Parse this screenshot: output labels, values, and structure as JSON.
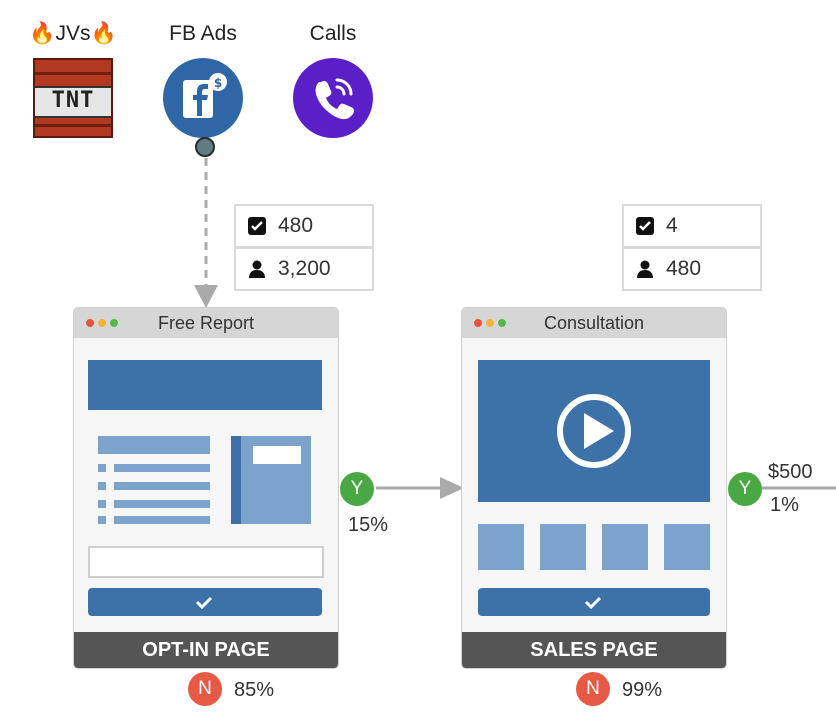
{
  "sources": [
    {
      "label": "🔥JVs🔥",
      "icon": "tnt-icon"
    },
    {
      "label": "FB Ads",
      "icon": "facebook-ads-icon"
    },
    {
      "label": "Calls",
      "icon": "phone-call-icon"
    }
  ],
  "tnt_text": "TNT",
  "colors": {
    "facebook": "#2f67a6",
    "calls": "#5b1fc7",
    "yes": "#49a843",
    "no": "#e65a45",
    "page_blue": "#3d72a8"
  },
  "optin": {
    "title": "Free Report",
    "footer": "OPT-IN PAGE",
    "stats": {
      "conversions": "480",
      "visitors": "3,200"
    },
    "yes": {
      "label": "Y",
      "pct": "15%"
    },
    "no": {
      "label": "N",
      "pct": "85%"
    }
  },
  "sales": {
    "title": "Consultation",
    "footer": "SALES PAGE",
    "stats": {
      "conversions": "4",
      "visitors": "480"
    },
    "yes": {
      "label": "Y",
      "value": "$500",
      "pct": "1%"
    },
    "no": {
      "label": "N",
      "pct": "99%"
    }
  }
}
